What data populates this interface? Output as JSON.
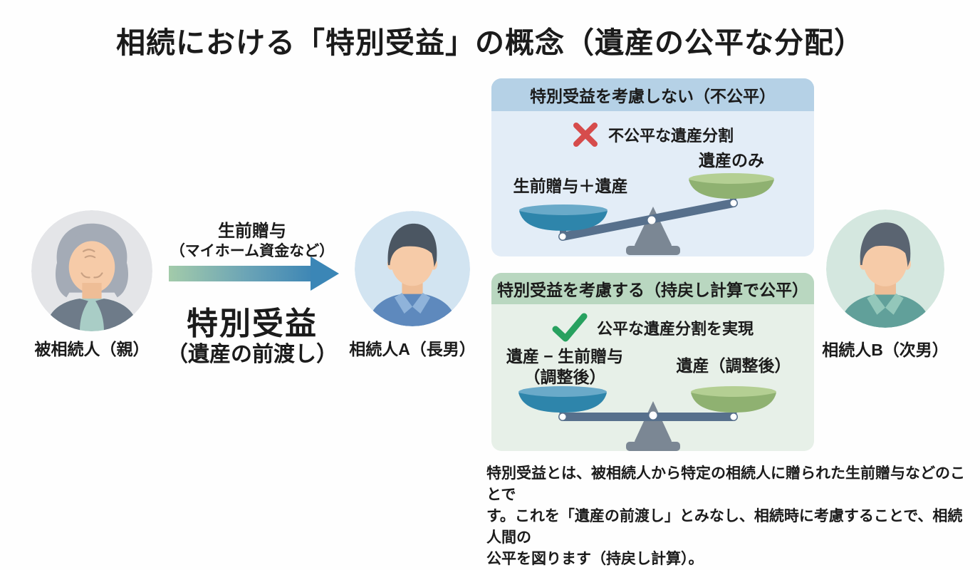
{
  "title": "相続における「特別受益」の概念（遺産の公平な分配）",
  "people": {
    "decedent": {
      "label": "被相続人（親）",
      "role": "elderly-parent"
    },
    "heir_a": {
      "label": "相続人A（長男）",
      "role": "eldest-son"
    },
    "heir_b": {
      "label": "相続人B（次男）",
      "role": "second-son"
    }
  },
  "gift_arrow": {
    "direction": "left-to-right",
    "label_top": "生前贈与",
    "label_top_sub": "（マイホーム資金など）",
    "label_bottom": "特別受益",
    "label_bottom_sub": "（遺産の前渡し）"
  },
  "panels": {
    "without_consideration": {
      "header": "特別受益を考慮しない（不公平）",
      "status_icon": "x-mark",
      "status_text": "不公平な遺産分割",
      "scale_state": "left-heavy",
      "left_pan_label": "生前贈与＋遺産",
      "right_pan_label": "遺産のみ"
    },
    "with_consideration": {
      "header": "特別受益を考慮する（持戻し計算で公平）",
      "status_icon": "check-mark",
      "status_text": "公平な遺産分割を実現",
      "scale_state": "balanced",
      "left_pan_label_line1": "遺産 − 生前贈与",
      "left_pan_label_line2": "（調整後）",
      "right_pan_label": "遺産（調整後）"
    }
  },
  "footnote": {
    "lines": [
      "特別受益とは、被相続人から特定の相続人に贈られた生前贈与などのことで",
      "す。これを「遺産の前渡し」とみなし、相続時に考慮することで、相続人間の",
      "公平を図ります（持戻し計算）。"
    ]
  },
  "colors": {
    "panel_unfair_header": "#b5d1e6",
    "panel_unfair_body": "#e3edf7",
    "panel_fair_header": "#b9d7c0",
    "panel_fair_body": "#e7f0e8",
    "x_mark": "#d64c4c",
    "check_mark": "#27a15f",
    "blue_pan": "#2e85ab",
    "green_pan": "#8fb171",
    "scale_frame": "#57708c",
    "fulcrum": "#7b8794",
    "arrow_gradient_start": "#a3cbaa",
    "arrow_gradient_end": "#3b86b6",
    "text": "#1b1b1b"
  }
}
